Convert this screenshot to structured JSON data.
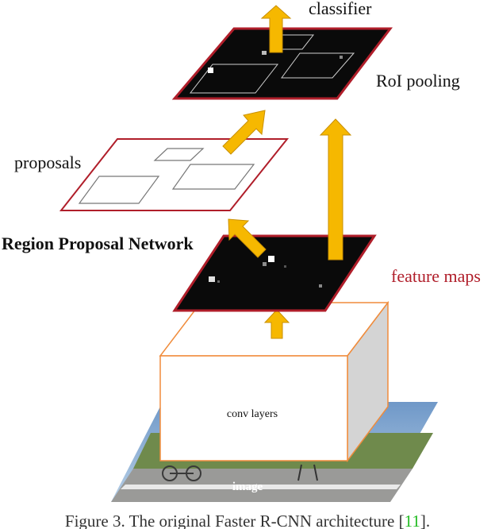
{
  "labels": {
    "classifier": "classifier",
    "roi_pooling": "RoI pooling",
    "proposals": "proposals",
    "rpn": "Region Proposal Network",
    "feature_maps": "feature maps",
    "conv_layers": "conv layers",
    "image": "image"
  },
  "caption": {
    "text": "Figure 3. The original Faster R-CNN architecture [",
    "ref": "11",
    "end": "]."
  },
  "colors": {
    "arrow": "#f6b800",
    "arrow_stroke": "#c98f00",
    "plane_border": "#b01e2a",
    "feature_maps_label": "#b01e2a",
    "conv_border": "#f08c3c",
    "feature_fill": "#0a0a0a"
  }
}
